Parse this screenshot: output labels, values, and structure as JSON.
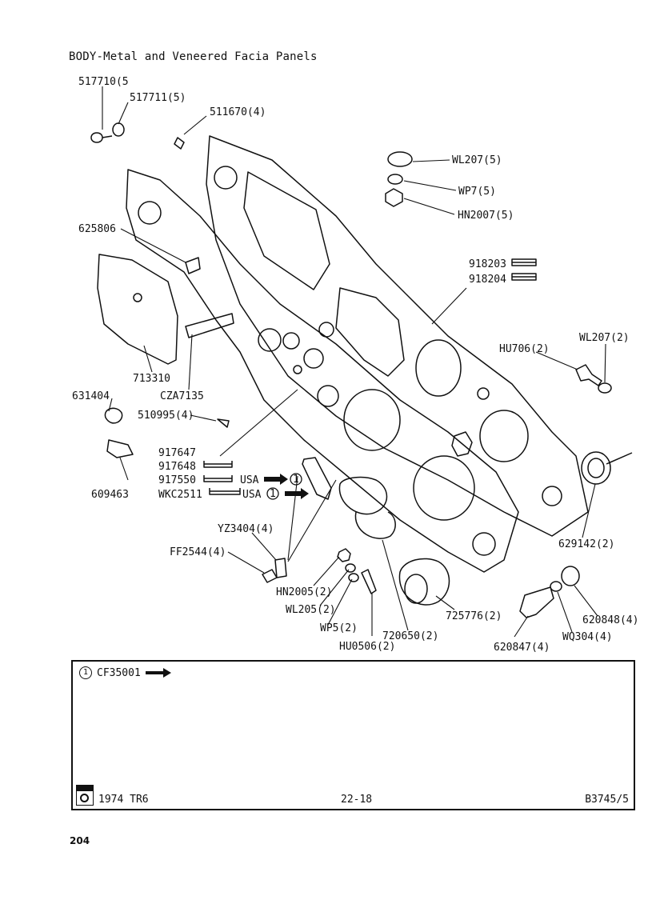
{
  "header": {
    "title": "BODY-Metal and Veneered Facia Panels"
  },
  "labels": {
    "p517710": "517710(5",
    "p517711": "517711(5)",
    "p511670": "511670(4)",
    "pWL207_5": "WL207(5)",
    "pWP7": "WP7(5)",
    "pHN2007": "HN2007(5)",
    "p625806": "625806",
    "p918203": "918203",
    "p918204": "918204",
    "pHU706": "HU706(2)",
    "pWL207_2": "WL207(2)",
    "p713310": "713310",
    "pCZA7135": "CZA7135",
    "p631404": "631404",
    "p510995": "510995(4)",
    "p917647": "917647",
    "p917648": "917648",
    "p917550": "917550",
    "pWKC2511": "WKC2511",
    "pUSA1": "USA",
    "pUSA2": "USA",
    "p609463": "609463",
    "pYZ3404": "YZ3404(4)",
    "pFF2544": "FF2544(4)",
    "pHN2005": "HN2005(2)",
    "pWL205": "WL205(2)",
    "pWP5": "WP5(2)",
    "pHU0506": "HU0506(2)",
    "p720650": "720650(2)",
    "p725776": "725776(2)",
    "p629142": "629142(2)",
    "p620848": "620848(4)",
    "pWQ304": "WQ304(4)",
    "p620847": "620847(4)",
    "note_num": "1"
  },
  "notes": {
    "marker": "1",
    "text": "CF35001"
  },
  "footer": {
    "model": "1974 TR6",
    "section": "22-18",
    "ref": "B3745/5"
  },
  "page": {
    "number": "204"
  }
}
